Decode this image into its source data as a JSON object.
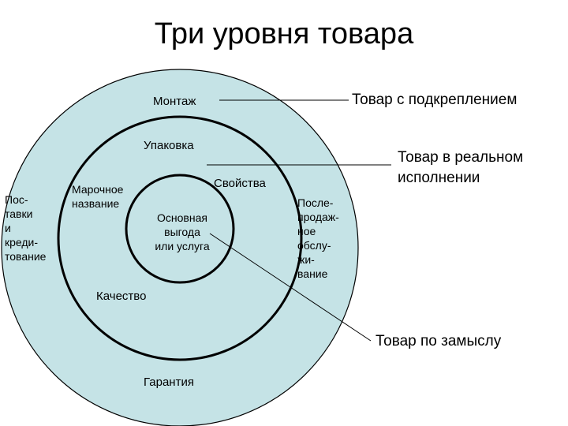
{
  "title": "Три уровня товара",
  "colors": {
    "outer_fill": "#c5e3e6",
    "stroke": "#000000"
  },
  "outer_ring": {
    "montazh": "Монтаж",
    "postavki": [
      "Пос-",
      "тавки",
      "и",
      "креди-",
      "тование"
    ],
    "posle": [
      "После-",
      "продаж-",
      "ное",
      "обслу-",
      "жи-",
      "вание"
    ],
    "garantiya": "Гарантия"
  },
  "middle_ring": {
    "upakovka": "Упаковка",
    "svoistva": "Свойства",
    "marochnoe": [
      "Марочное",
      "название"
    ],
    "kachestvo": "Качество"
  },
  "core": [
    "Основная",
    "выгода",
    "или услуга"
  ],
  "annotations": {
    "augmented": "Товар с подкреплением",
    "actual": [
      "Товар в реальном",
      "исполнении"
    ],
    "core": "Товар по замыслу"
  }
}
